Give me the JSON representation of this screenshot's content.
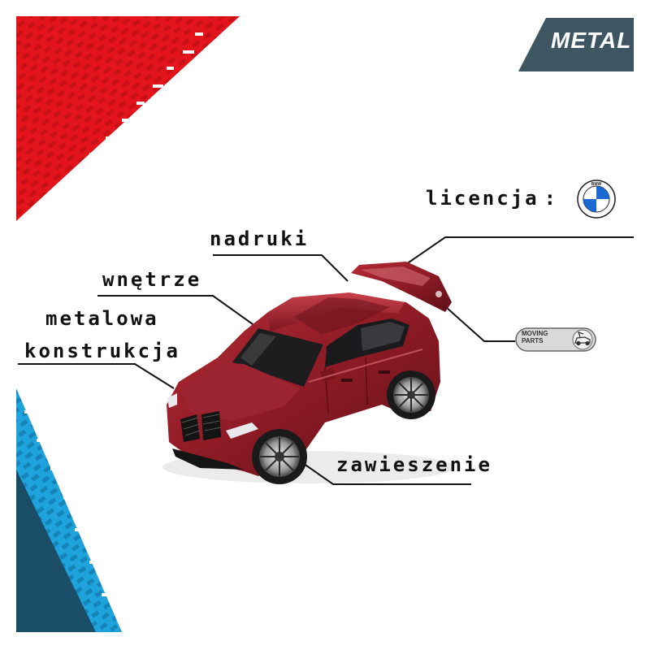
{
  "badge": {
    "text": "METAL",
    "bg_color": "#3d5662"
  },
  "licence": {
    "label": "licencja",
    "colon": ":",
    "logo_icon": "bmw-logo-icon",
    "logo_text": "BMW"
  },
  "features": [
    {
      "id": "prints",
      "label": "nadruki"
    },
    {
      "id": "interior",
      "label": "wnętrze"
    },
    {
      "id": "metal-construction",
      "label_line1": "metalowa",
      "label_line2": "konstrukcja"
    },
    {
      "id": "suspension",
      "label": "zawieszenie"
    }
  ],
  "moving_parts": {
    "line1": "MOVING",
    "line2": "PARTS",
    "icon": "car-door-icon"
  },
  "colors": {
    "car": "#8e1b25",
    "red_stripe": "#e4151c",
    "blue_stripe": "#1ea3dc",
    "dark_blue": "#1a4e67"
  }
}
